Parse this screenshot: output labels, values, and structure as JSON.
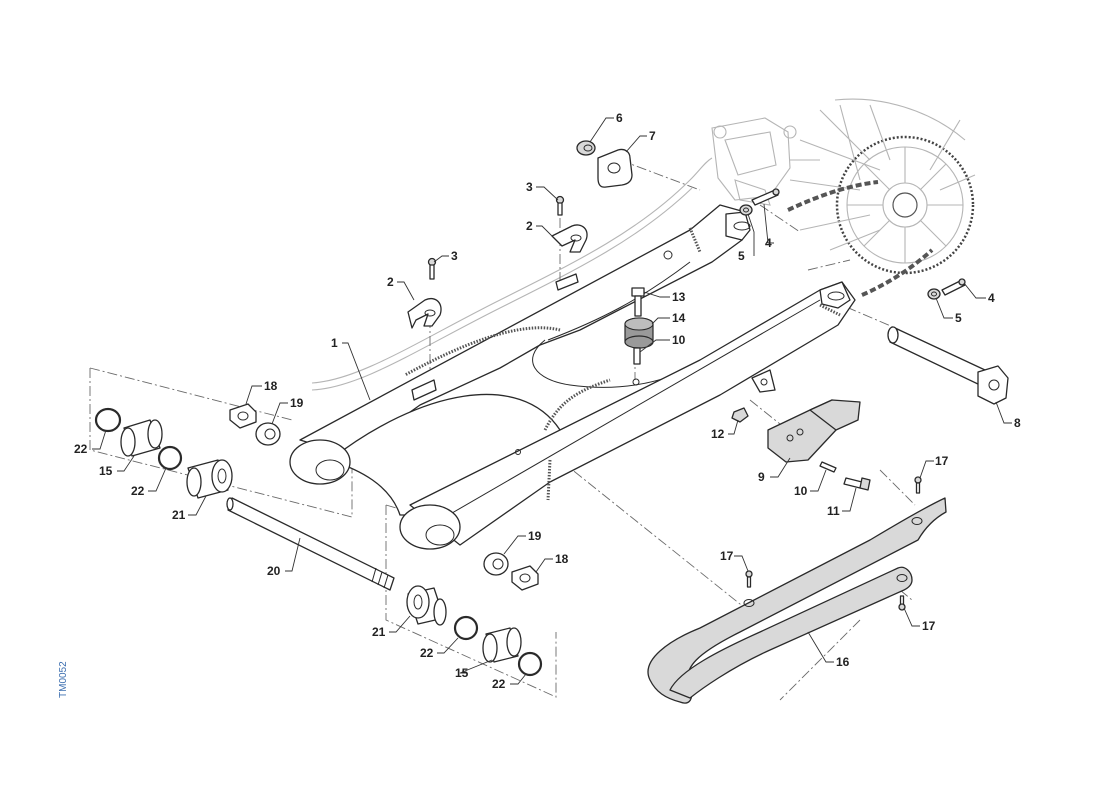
{
  "drawing": {
    "reference_code": "TM0052",
    "callouts": [
      {
        "id": "c1",
        "label": "1"
      },
      {
        "id": "c2a",
        "label": "2"
      },
      {
        "id": "c2b",
        "label": "2"
      },
      {
        "id": "c3a",
        "label": "3"
      },
      {
        "id": "c3b",
        "label": "3"
      },
      {
        "id": "c4a",
        "label": "4"
      },
      {
        "id": "c4b",
        "label": "4"
      },
      {
        "id": "c5a",
        "label": "5"
      },
      {
        "id": "c5b",
        "label": "5"
      },
      {
        "id": "c6",
        "label": "6"
      },
      {
        "id": "c7",
        "label": "7"
      },
      {
        "id": "c8",
        "label": "8"
      },
      {
        "id": "c9",
        "label": "9"
      },
      {
        "id": "c10a",
        "label": "10"
      },
      {
        "id": "c10b",
        "label": "10"
      },
      {
        "id": "c11",
        "label": "11"
      },
      {
        "id": "c12",
        "label": "12"
      },
      {
        "id": "c13",
        "label": "13"
      },
      {
        "id": "c14",
        "label": "14"
      },
      {
        "id": "c15a",
        "label": "15"
      },
      {
        "id": "c15b",
        "label": "15"
      },
      {
        "id": "c16",
        "label": "16"
      },
      {
        "id": "c17a",
        "label": "17"
      },
      {
        "id": "c17b",
        "label": "17"
      },
      {
        "id": "c17c",
        "label": "17"
      },
      {
        "id": "c18a",
        "label": "18"
      },
      {
        "id": "c18b",
        "label": "18"
      },
      {
        "id": "c19a",
        "label": "19"
      },
      {
        "id": "c19b",
        "label": "19"
      },
      {
        "id": "c20",
        "label": "20"
      },
      {
        "id": "c21a",
        "label": "21"
      },
      {
        "id": "c21b",
        "label": "21"
      },
      {
        "id": "c22a",
        "label": "22"
      },
      {
        "id": "c22b",
        "label": "22"
      },
      {
        "id": "c22c",
        "label": "22"
      },
      {
        "id": "c22d",
        "label": "22"
      }
    ]
  }
}
